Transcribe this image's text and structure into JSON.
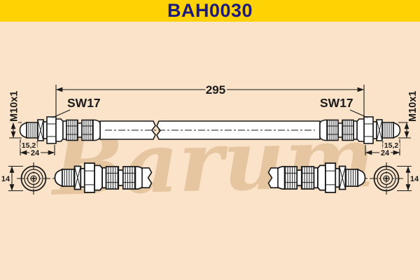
{
  "header": {
    "title": "BAH0030"
  },
  "drawing": {
    "watermark": "Barum",
    "dims": {
      "overall_length": "295",
      "wrench_left": "SW17",
      "wrench_right": "SW17",
      "thread_left": "M10x1",
      "thread_right": "M10x1",
      "seat_length_left": "15,2",
      "seat_length_right": "15,2",
      "fitting_length_left": "24",
      "fitting_length_right": "24",
      "end_dia_left": "14",
      "end_dia_right": "14"
    }
  },
  "colors": {
    "banner": "#FFD303",
    "background": "#FAE3C8",
    "line": "#1A1A1A",
    "title_text": "#1B1B7E",
    "watermark": "#E2C29A"
  }
}
